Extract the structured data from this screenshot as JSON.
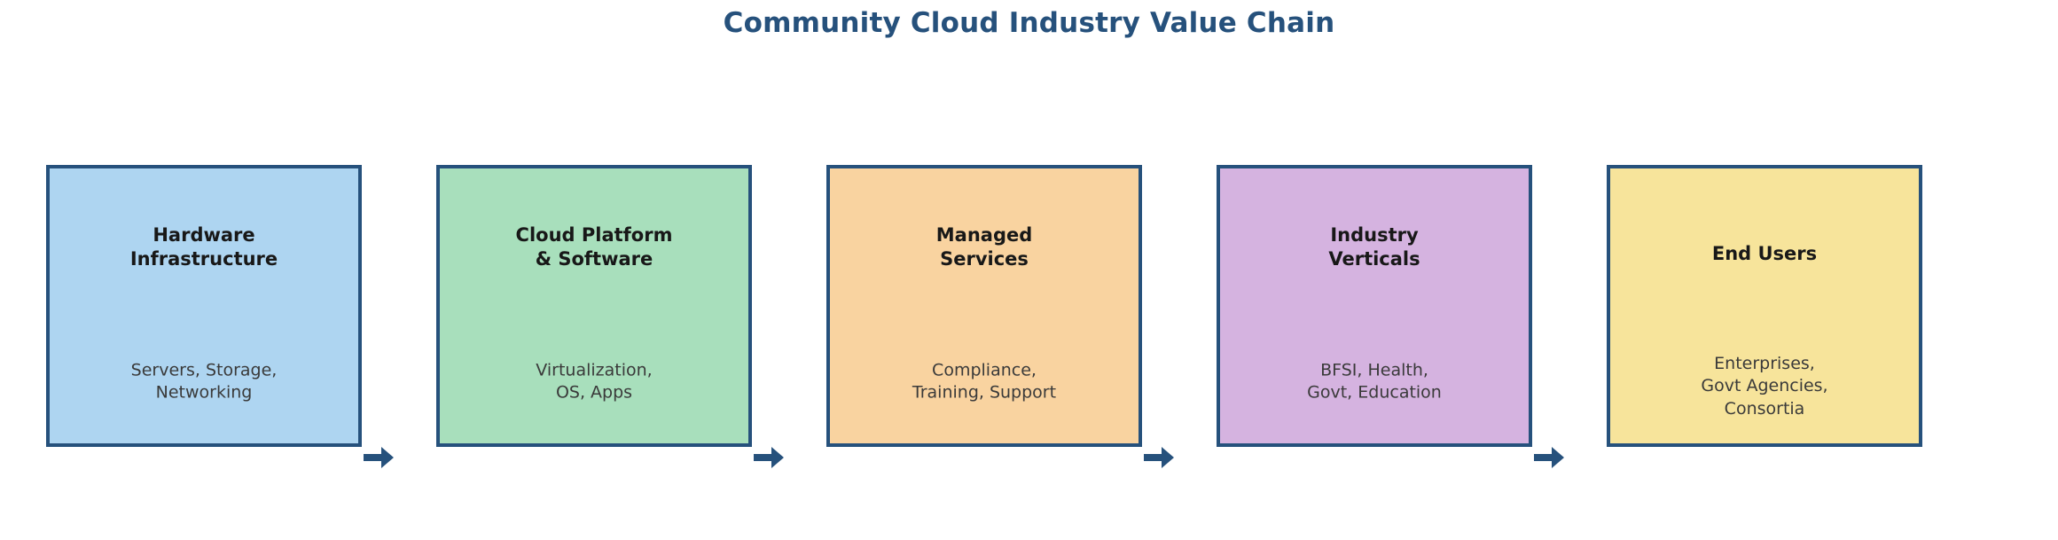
{
  "title": "Community Cloud Industry Value Chain",
  "theme": {
    "title_color": "#26517c",
    "border_color": "#26517c",
    "arrow_color": "#26517c",
    "stage_title_color": "#181818",
    "stage_sub_color": "#3a3a3a",
    "background": "#ffffff"
  },
  "chart_data": {
    "type": "diagram",
    "diagram_kind": "value-chain-flow",
    "title": "Community Cloud Industry Value Chain",
    "orientation": "left-to-right",
    "connector": "arrow",
    "stage_count": 5,
    "stages": [
      {
        "index": 1,
        "title": "Hardware\nInfrastructure",
        "title_lines": [
          "Hardware",
          "Infrastructure"
        ],
        "subtitle": "Servers, Storage,\nNetworking",
        "subtitle_lines": [
          "Servers, Storage,",
          "Networking"
        ],
        "fill": "#aed5f1",
        "border": "#26517c"
      },
      {
        "index": 2,
        "title": "Cloud Platform\n& Software",
        "title_lines": [
          "Cloud Platform",
          "& Software"
        ],
        "subtitle": "Virtualization,\nOS, Apps",
        "subtitle_lines": [
          "Virtualization,",
          "OS, Apps"
        ],
        "fill": "#a8dfbc",
        "border": "#26517c"
      },
      {
        "index": 3,
        "title": "Managed\nServices",
        "title_lines": [
          "Managed",
          "Services"
        ],
        "subtitle": "Compliance,\nTraining, Support",
        "subtitle_lines": [
          "Compliance,",
          "Training, Support"
        ],
        "fill": "#f9d3a0",
        "border": "#26517c"
      },
      {
        "index": 4,
        "title": "Industry\nVerticals",
        "title_lines": [
          "Industry",
          "Verticals"
        ],
        "subtitle": "BFSI, Health,\nGovt, Education",
        "subtitle_lines": [
          "BFSI, Health,",
          "Govt, Education"
        ],
        "fill": "#d5b3e0",
        "border": "#26517c"
      },
      {
        "index": 5,
        "title": "End Users",
        "title_lines": [
          "End Users"
        ],
        "subtitle": "Enterprises,\nGovt Agencies,\nConsortia",
        "subtitle_lines": [
          "Enterprises,",
          "Govt Agencies,",
          "Consortia"
        ],
        "fill": "#f7e49b",
        "border": "#26517c"
      }
    ],
    "arrows": [
      {
        "from": "Hardware Infrastructure",
        "to": "Cloud Platform & Software"
      },
      {
        "from": "Cloud Platform & Software",
        "to": "Managed Services"
      },
      {
        "from": "Managed Services",
        "to": "Industry Verticals"
      },
      {
        "from": "Industry Verticals",
        "to": "End Users"
      }
    ]
  }
}
